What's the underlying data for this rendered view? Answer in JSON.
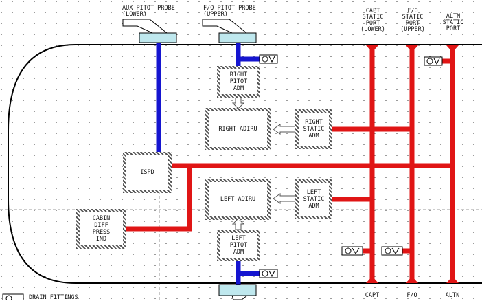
{
  "probes": {
    "aux_pitot": "AUX PITOT PROBE\n(LOWER)",
    "fo_pitot": "F/O PITOT PROBE\n(UPPER)"
  },
  "ports": {
    "capt_static": "CAPT\nSTATIC\nPORT\n(LOWER)",
    "fo_static": "F/O\nSTATIC\nPORT\n(UPPER)",
    "altn_static": "ALTN\nSTATIC\nPORT",
    "capt_bottom": "CAPT",
    "fo_bottom": "F/O",
    "altn_bottom": "ALTN"
  },
  "boxes": {
    "right_pitot_adm": "RIGHT\nPITOT\nADM",
    "right_adiru": "RIGHT ADIRU",
    "right_static_adm": "RIGHT\nSTATIC\nADM",
    "ispd": "ISPD",
    "left_adiru": "LEFT ADIRU",
    "left_static_adm": "LEFT\nSTATIC\nADM",
    "cabin_diff": "CABIN\nDIFF\nPRESS\nIND",
    "left_pitot_adm": "LEFT\nPITOT\nADM"
  },
  "legend": {
    "drain_fittings": "DRAIN FITTINGS"
  },
  "colors": {
    "pitot_line": "#1515d0",
    "static_line": "#e01515",
    "probe_fill": "#bfe8ee"
  }
}
